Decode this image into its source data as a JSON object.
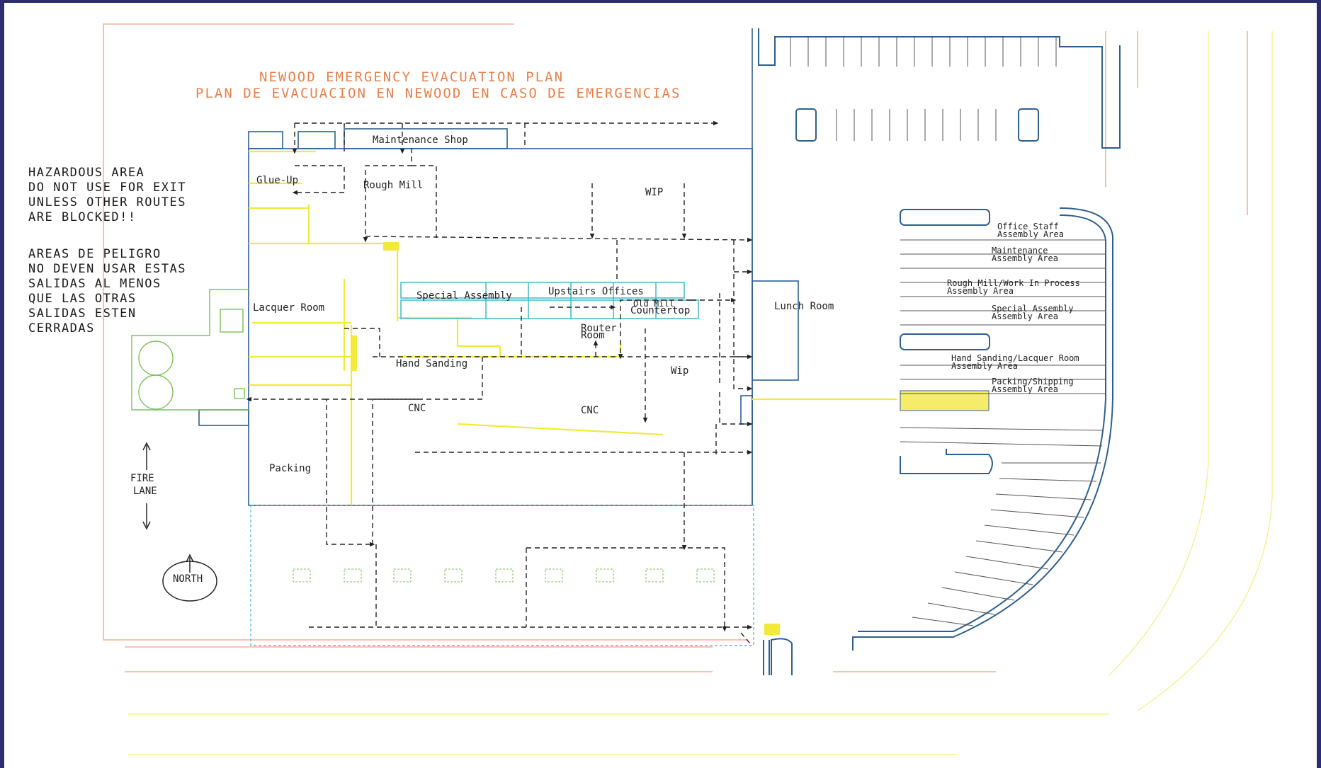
{
  "title": {
    "line1": "NEWOOD EMERGENCY EVACUATION PLAN",
    "line2": "PLAN DE EVACUACION EN NEWOOD EN CASO DE EMERGENCIAS"
  },
  "hazard_note": {
    "en": [
      "HAZARDOUS AREA",
      "DO NOT USE FOR EXIT",
      "UNLESS OTHER ROUTES",
      "ARE BLOCKED!!"
    ],
    "es": [
      "AREAS DE PELIGRO",
      "NO DEVEN USAR ESTAS",
      "SALIDAS AL MENOS",
      "QUE LAS OTRAS",
      "SALIDAS ESTEN",
      "CERRADAS"
    ]
  },
  "rooms": {
    "maintenance_shop": "Maintenance Shop",
    "glue_up": "Glue-Up",
    "rough_mill": "Rough Mill",
    "wip_top": "WIP",
    "special_assembly": "Special Assembly",
    "upstairs_offices": "Upstairs Offices",
    "old_mill_countertop_1": "Old Mill",
    "old_mill_countertop_2": "Countertop",
    "lacquer_room": "Lacquer Room",
    "router_room_1": "Router",
    "router_room_2": "Room",
    "hand_sanding": "Hand Sanding",
    "wip_mid": "Wip",
    "cnc_left": "CNC",
    "cnc_right": "CNC",
    "packing": "Packing",
    "lunch_room": "Lunch Room"
  },
  "assembly_areas": [
    [
      "Office Staff",
      "Assembly Area"
    ],
    [
      "Maintenance",
      "Assembly Area"
    ],
    [
      "Rough Mill/Work In Process",
      "Assembly Area"
    ],
    [
      "Special Assembly",
      "Assembly Area"
    ],
    [
      "Hand Sanding/Lacquer Room",
      "Assembly Area"
    ],
    [
      "Packing/Shipping",
      "Assembly Area"
    ]
  ],
  "fire_lane": [
    "FIRE",
    "LANE"
  ],
  "north_label": "NORTH",
  "colors": {
    "frame": "#2c2c6e",
    "title": "#e8804a",
    "building": "#2f5f8f",
    "route": "#222222",
    "yellow": "#f2ea3a",
    "green": "#7cc25a",
    "cyan": "#3fb8c8",
    "orange_line": "#f0a080",
    "parking": "#2f5f8f"
  }
}
